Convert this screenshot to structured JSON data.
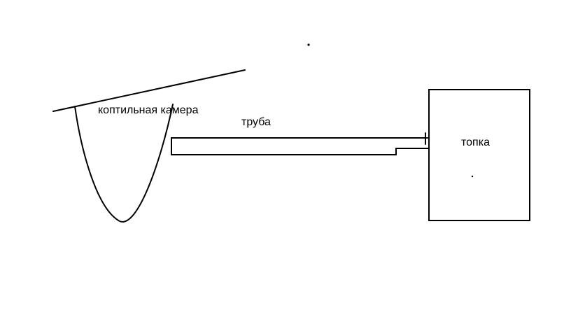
{
  "diagram": {
    "title": "smokehouse-scheme-sketch",
    "labels": {
      "chamber": "коптильная камера",
      "pipe": "труба",
      "firebox": "топка"
    },
    "colors": {
      "background": "#ffffff",
      "stroke": "#000000",
      "text": "#000000"
    }
  }
}
